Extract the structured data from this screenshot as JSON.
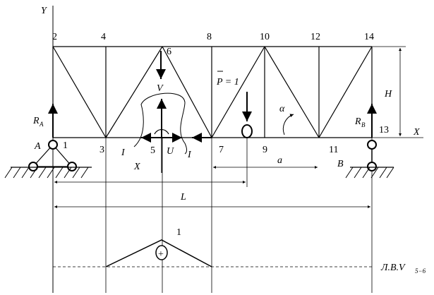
{
  "axes": {
    "y": "Y",
    "x": "X"
  },
  "nodes": [
    "1",
    "2",
    "3",
    "4",
    "5",
    "6",
    "7",
    "8",
    "9",
    "10",
    "11",
    "12",
    "13",
    "14"
  ],
  "labels": {
    "RA": "R",
    "RA_sub": "A",
    "RB": "R",
    "RB_sub": "B",
    "A": "A",
    "B": "B",
    "V": "V",
    "U": "U",
    "section_left": "I",
    "section_right": "I",
    "section_x": "X",
    "P": "P = 1",
    "alpha": "α",
    "H": "H",
    "a": "a",
    "L": "L",
    "influence_peak": "1",
    "plus": "+",
    "influence_line": "Л.В.V",
    "influence_line_sub": "5−6"
  }
}
